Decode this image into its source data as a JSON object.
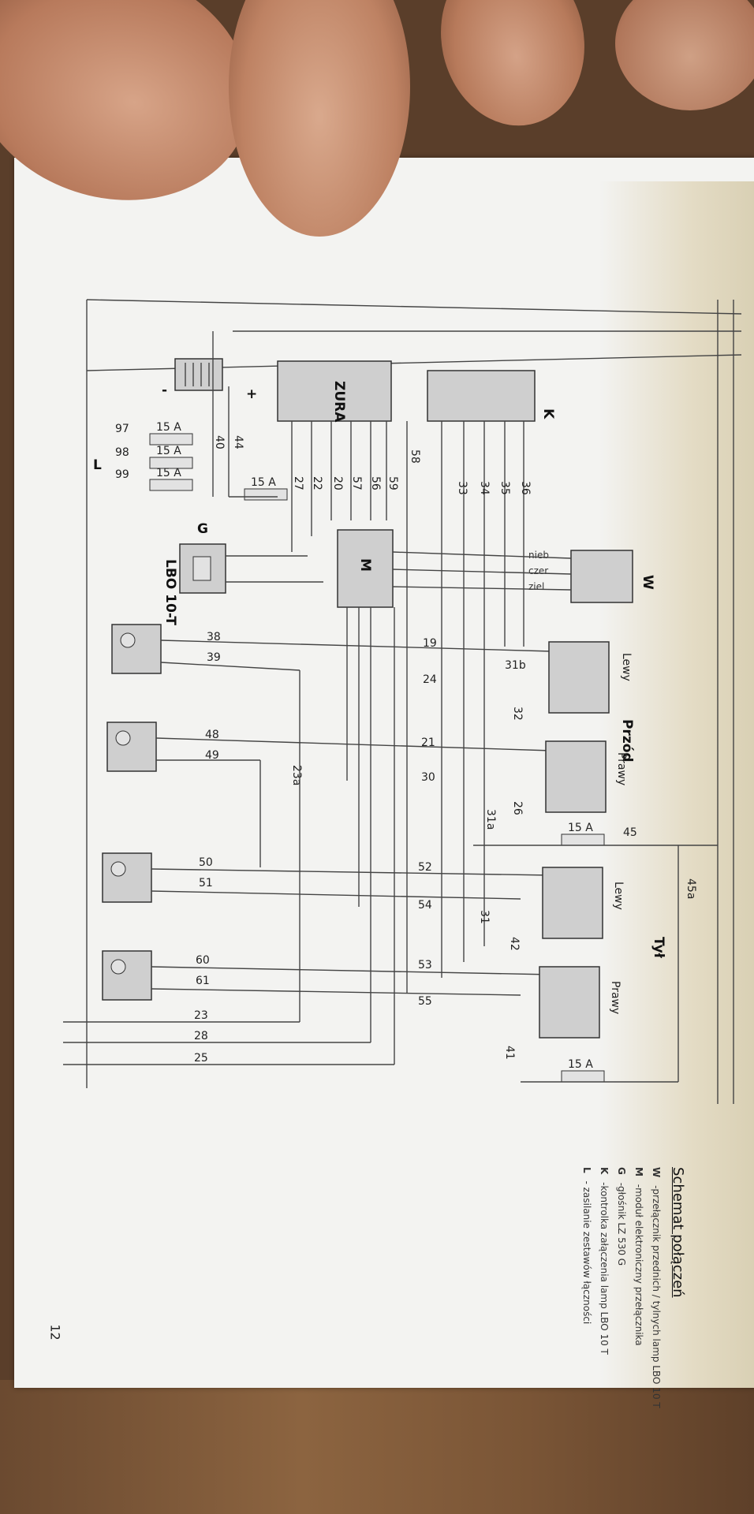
{
  "diagram": {
    "title": "Schemat połączeń",
    "page_number": "12",
    "components": {
      "zura": "ZURA",
      "m": "M",
      "g": "G",
      "w": "W",
      "k": "K",
      "l": "L",
      "lbo": "LBO 10-T",
      "plus": "+",
      "minus": "-"
    },
    "switch_labels": [
      "nieb",
      "czer",
      "ziel"
    ],
    "sections": {
      "przod": "Przód",
      "tyl": "Tył",
      "lewy": "Lewy",
      "prawy": "Prawy"
    },
    "fuses": [
      "15 A",
      "15 A",
      "15 A",
      "15 A",
      "15 A",
      "15 A"
    ],
    "fuse_wires": [
      "97",
      "98",
      "99"
    ],
    "wire_numbers": [
      "40",
      "44",
      "27",
      "22",
      "20",
      "57",
      "56",
      "59",
      "58",
      "33",
      "34",
      "35",
      "36",
      "38",
      "39",
      "19",
      "31b",
      "24",
      "32",
      "48",
      "49",
      "21",
      "30",
      "26",
      "31a",
      "23a",
      "45",
      "45a",
      "50",
      "51",
      "52",
      "54",
      "31",
      "42",
      "60",
      "61",
      "53",
      "55",
      "23",
      "28",
      "25",
      "41"
    ],
    "legend": [
      {
        "key": "W",
        "text": "-przełącznik przednich / tylnych lamp LBO 10 T"
      },
      {
        "key": "M",
        "text": "-moduł elektroniczny przełącznika"
      },
      {
        "key": "G",
        "text": "-głośnik LZ 530 G"
      },
      {
        "key": "K",
        "text": "-kontrolka załączenia lamp LBO 10 T"
      },
      {
        "key": "L",
        "text": "- zasilanie zestawów łączności"
      }
    ]
  }
}
